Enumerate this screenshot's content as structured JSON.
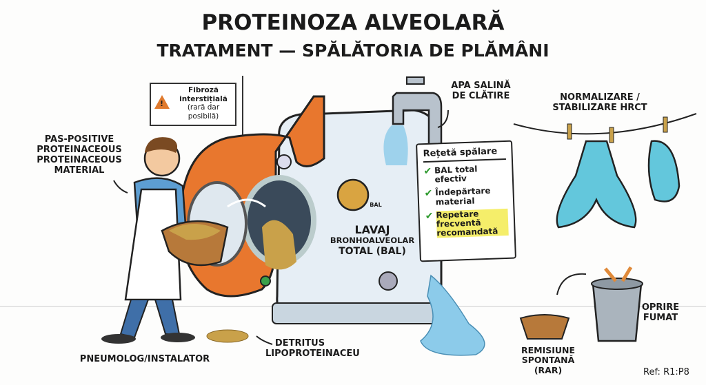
{
  "title": {
    "line1": "Proteinoza alveolară",
    "line2": "Tratament — Spălătoria de plămâni"
  },
  "sign": {
    "icon": "warning-icon",
    "lines": [
      "Fibroză",
      "interstițială"
    ],
    "sub": [
      "(rară dar",
      "posibilă)"
    ]
  },
  "labels": {
    "pas_material": [
      "PAS-positive",
      "proteinaceous",
      "proteinaceous",
      "material"
    ],
    "saline": [
      "Apa salină",
      "de clătire"
    ],
    "normalization": [
      "Normalizare /",
      "stabilizare HRCT"
    ],
    "lavage": [
      "Lavaj",
      "bronhoalveolar",
      "total (BAL)"
    ],
    "dial": "BAL",
    "debris": [
      "Detritus",
      "lipoproteinaceu"
    ],
    "operator": "Pneumolog/instalator",
    "remission": [
      "Remisiune",
      "spontană",
      "(rar)"
    ],
    "smoking": [
      "Oprire",
      "fumat"
    ]
  },
  "recipe": {
    "title": "Rețetă spălare",
    "items": [
      {
        "text": "BAL total efectiv",
        "highlight": false
      },
      {
        "text": "Îndepărtare material",
        "highlight": false
      },
      {
        "text": "Repetare frecventă recomandată",
        "highlight": true
      }
    ]
  },
  "ref": "Ref: R1:P8",
  "colors": {
    "lung_orange": "#e8772e",
    "lung_blue": "#63c7dc",
    "washer": "#e6eef5",
    "debris": "#c9a14a",
    "water": "#8ccbea"
  }
}
